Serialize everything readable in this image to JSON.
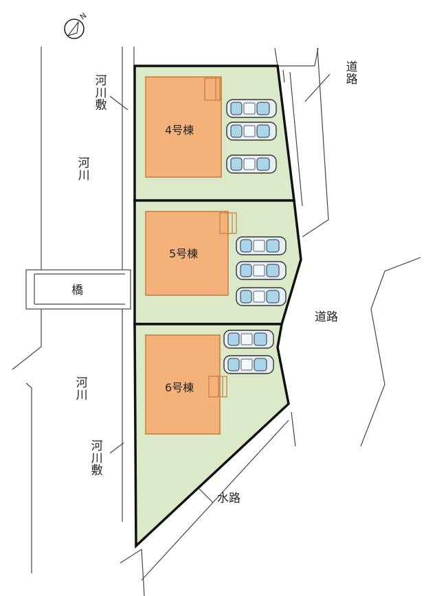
{
  "colors": {
    "lot_fill": "#dbe9c8",
    "building_fill": "#f4b27a",
    "building_stroke": "#c77a3a",
    "car_body": "#e6eef4",
    "car_window": "#a9d4ea",
    "boundary": "#111111",
    "thin_line": "#444444"
  },
  "compass": {
    "icon": "north-arrow-icon",
    "letter": "N"
  },
  "labels": {
    "river_bed_top": "河川敷",
    "river_top": "河川",
    "bridge": "橋",
    "river_bottom": "河川",
    "river_bed_bottom": "河川敷",
    "road_top": "道路",
    "road_right": "道路",
    "waterway": "水路"
  },
  "buildings": [
    {
      "label": "4号棟",
      "parking_spaces": 3
    },
    {
      "label": "5号棟",
      "parking_spaces": 3
    },
    {
      "label": "6号棟",
      "parking_spaces": 2
    }
  ]
}
